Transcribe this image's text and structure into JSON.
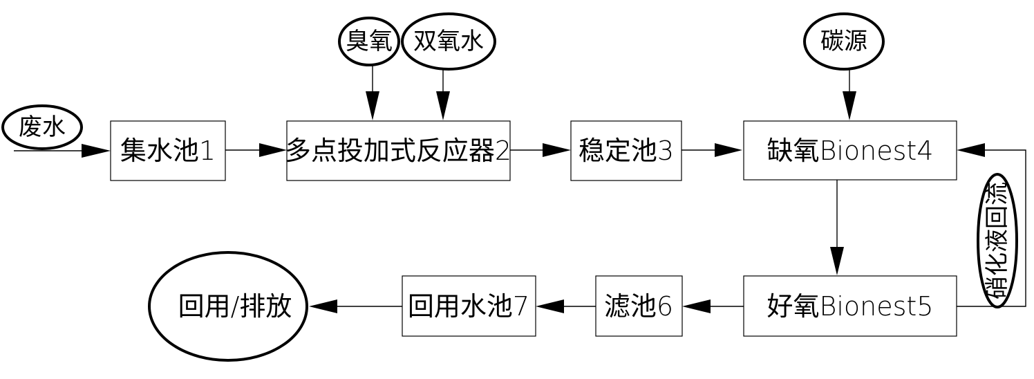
{
  "diagram": {
    "inputs": {
      "wastewater": "废水",
      "ozone": "臭氧",
      "hydrogen_peroxide": "双氧水",
      "carbon_source": "碳源"
    },
    "steps": {
      "collection_tank": "集水池1",
      "multipoint_reactor": "多点投加式反应器2",
      "stabilization_tank": "稳定池3",
      "anoxic_bionest": "缺氧Bionest4",
      "aerobic_bionest": "好氧Bionest5",
      "filter_tank": "滤池6",
      "reuse_tank": "回用水池7"
    },
    "output": "回用/排放",
    "nitrification_recycle": "硝化液回流"
  }
}
